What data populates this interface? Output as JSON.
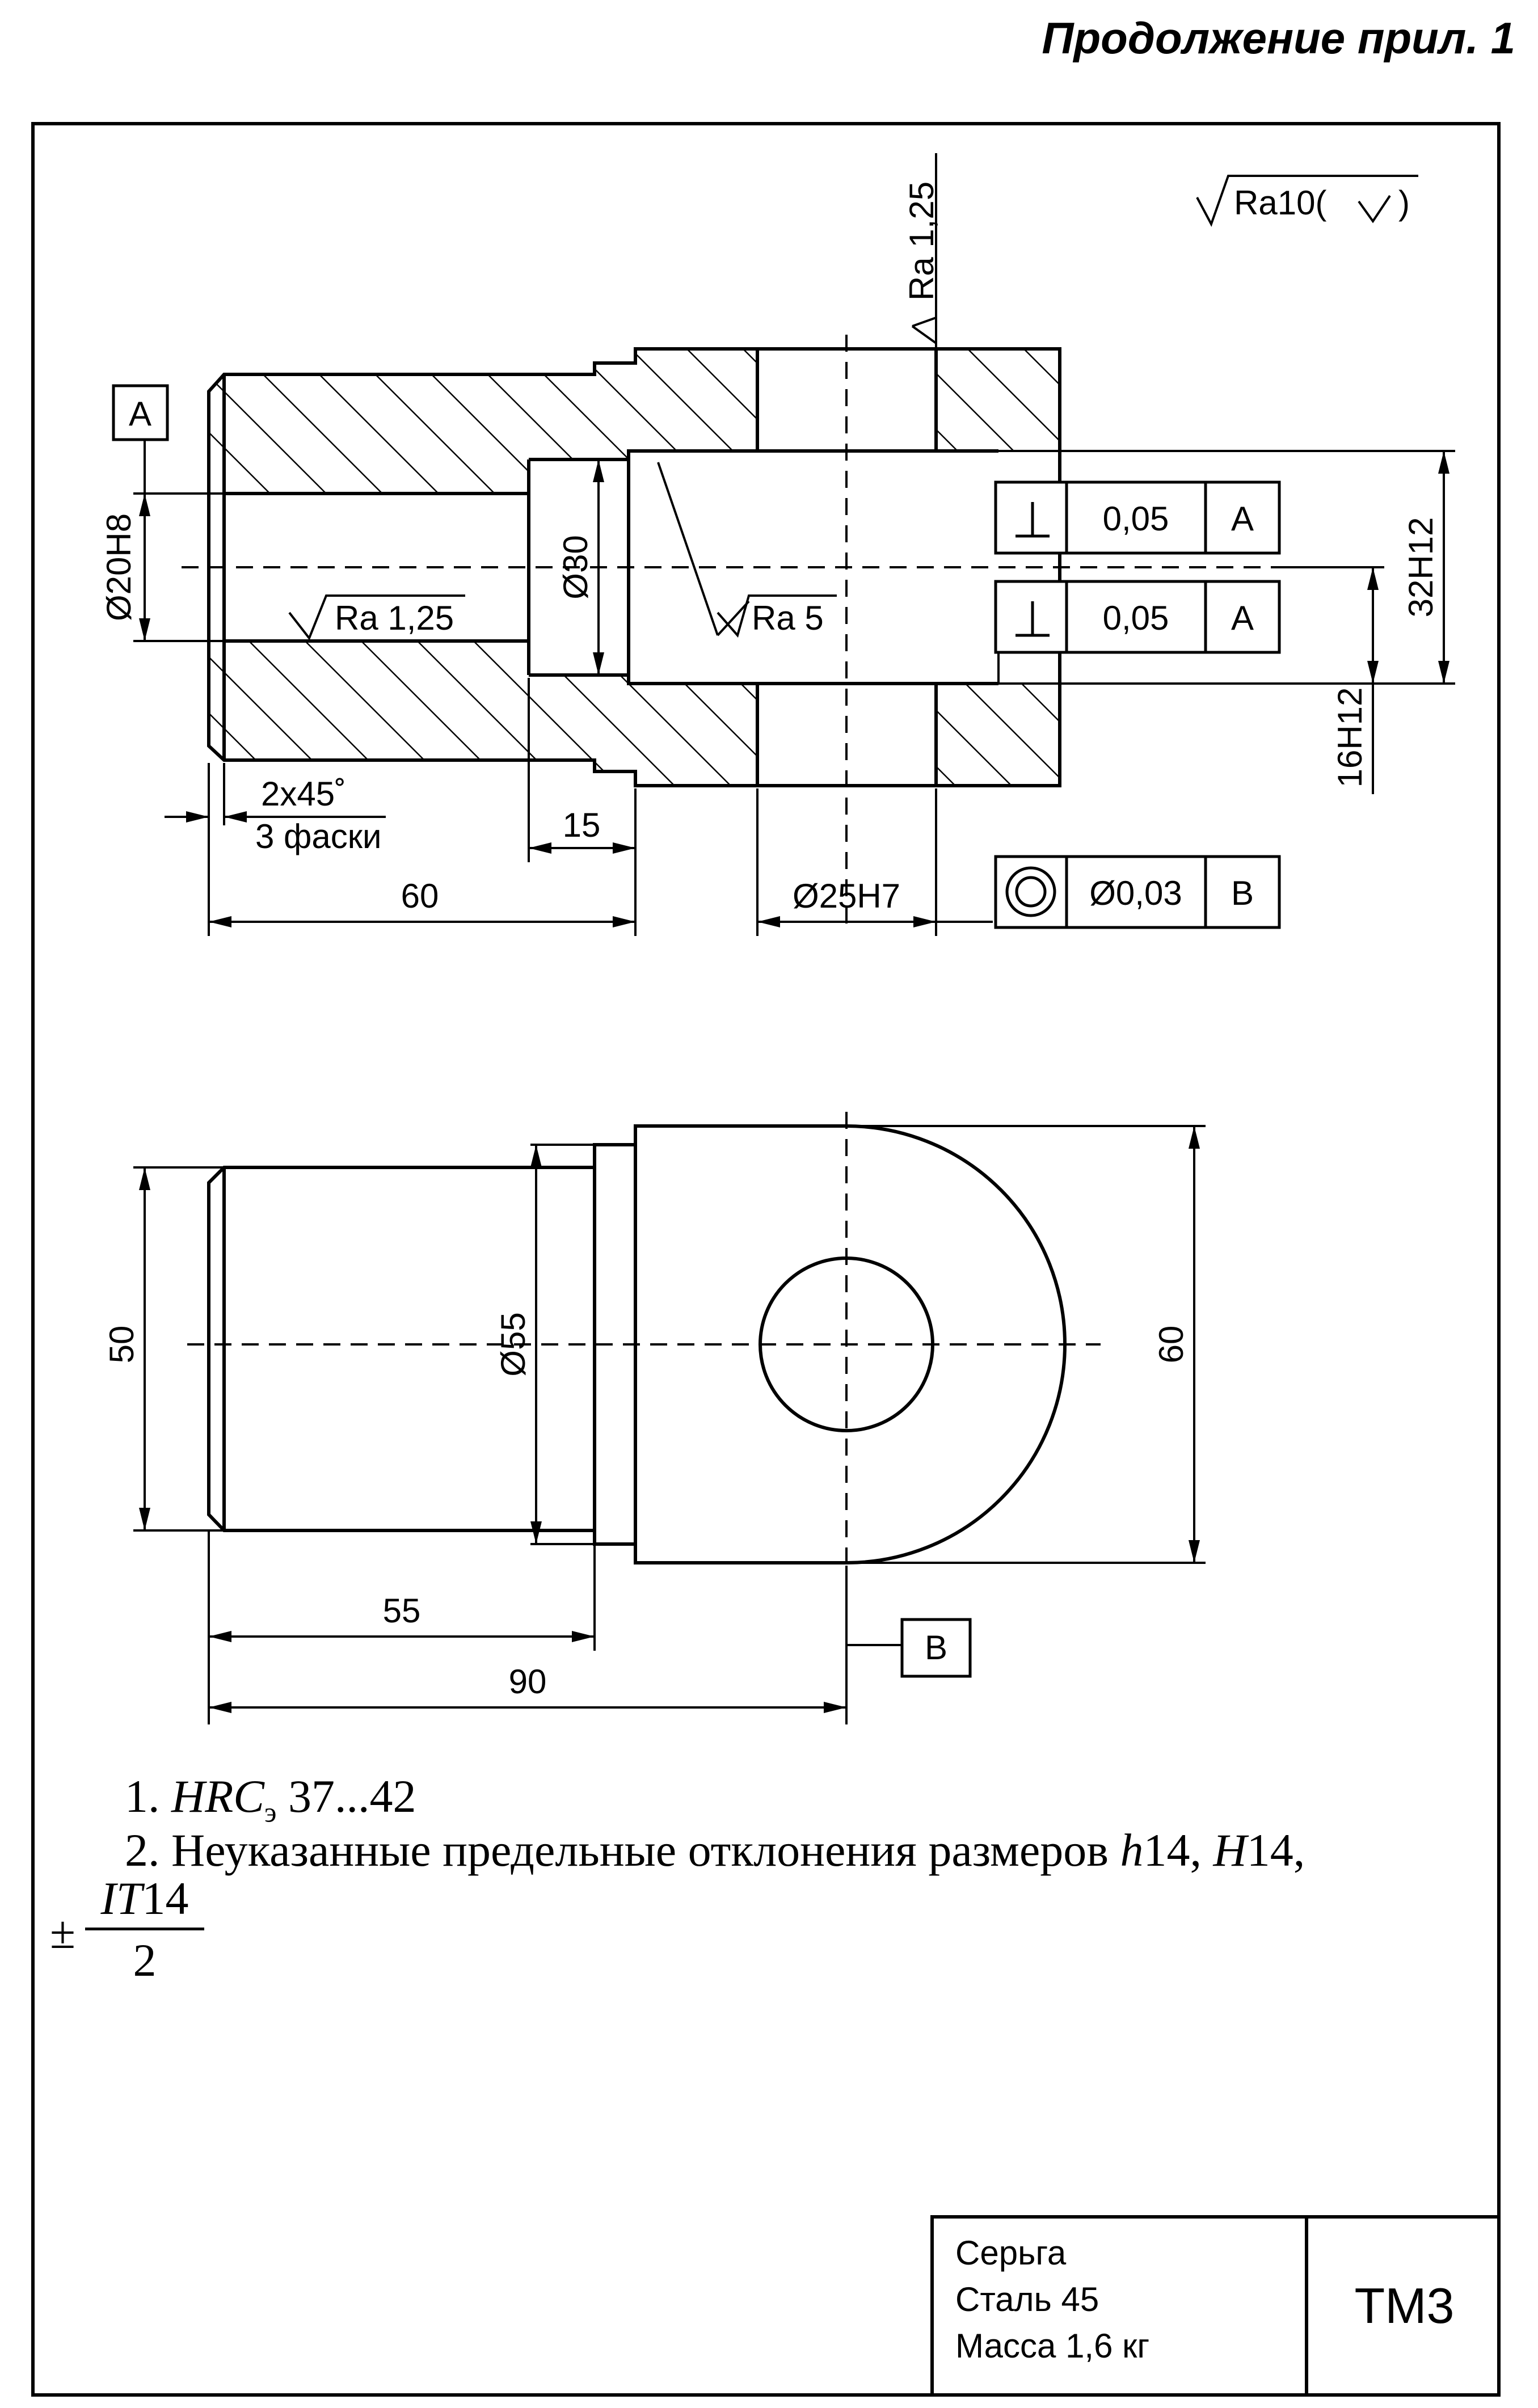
{
  "header": {
    "continuation": "Продолжение прил. 1"
  },
  "roughness": {
    "general": "Ra10(",
    "general_close": ")",
    "top_surface": "Ra 1,25",
    "bore_surface": "Ra 1,25",
    "slot_surface": "Ra 5"
  },
  "datums": {
    "a": "A",
    "b": "B"
  },
  "tolerances": [
    {
      "symbol": "perpendicularity",
      "value": "0,05",
      "datum": "A"
    },
    {
      "symbol": "perpendicularity",
      "value": "0,05",
      "datum": "A"
    },
    {
      "symbol": "concentricity",
      "value": "Ø0,03",
      "datum": "B"
    }
  ],
  "dimensions": {
    "bore": "Ø20H8",
    "counterbore": "Ø30",
    "slot_width": "32H12",
    "slot_offset": "16H12",
    "chamfer": "2x45˚",
    "chamfer_count": "3 фаски",
    "step": "15",
    "length_bore": "60",
    "cross_hole": "Ø25H7",
    "flat_width": "50",
    "shank": "Ø55",
    "head_height": "60",
    "shank_length": "55",
    "total_length": "90"
  },
  "notes": {
    "n1_prefix": "1. ",
    "n1_sym": "HRC",
    "n1_sub": "э",
    "n1_value": " 37...42",
    "n2_text": "2. Неуказанные предельные отклонения размеров ",
    "n2_h": "h",
    "n2_h_val": "14, ",
    "n2_H": "H",
    "n2_H_val": "14,",
    "pm": "±",
    "frac_num_italic": "IT",
    "frac_num_val": "14",
    "frac_den": "2"
  },
  "title_block": {
    "name": "Серьга",
    "material": "Сталь 45",
    "mass": "Масса 1,6 кг",
    "code": "ТМ3"
  }
}
